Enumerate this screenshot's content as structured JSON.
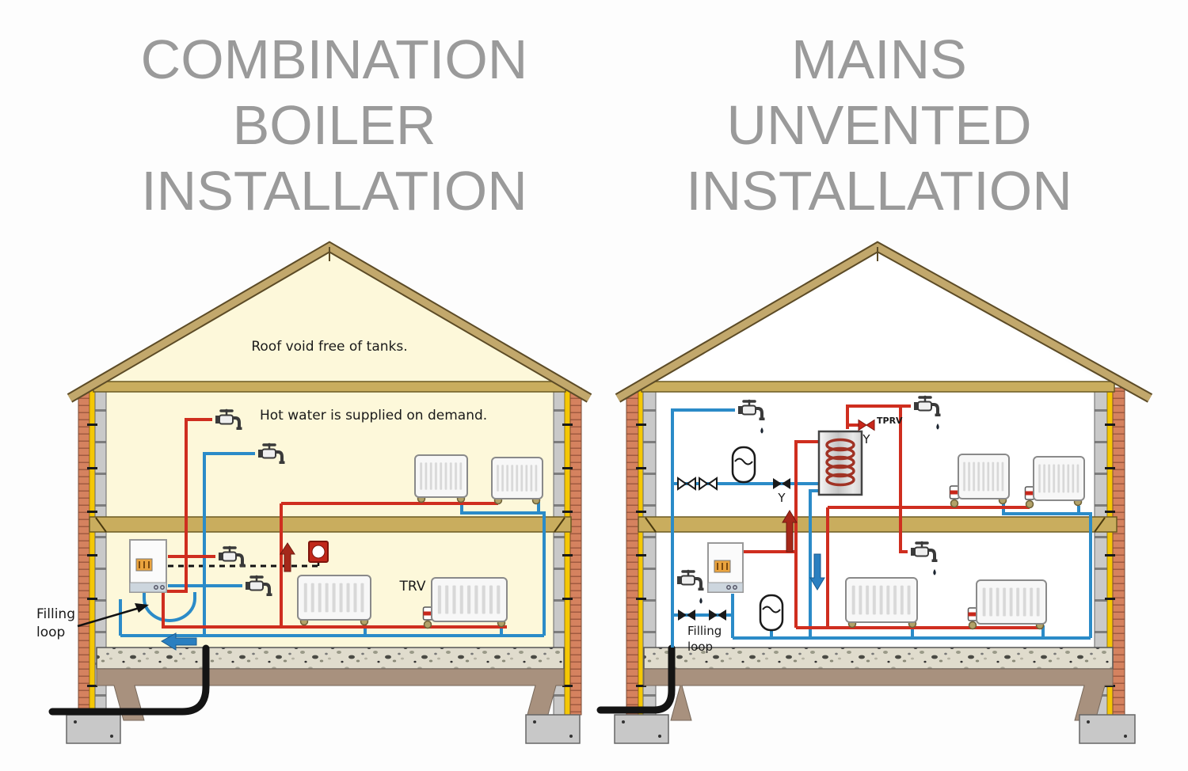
{
  "titles": {
    "left": {
      "line1": "COMBINATION",
      "line2": "BOILER",
      "line3": "INSTALLATION"
    },
    "right": {
      "line1": "MAINS",
      "line2": "UNVENTED",
      "line3": "INSTALLATION"
    }
  },
  "left_house": {
    "roof_note": "Roof void free of tanks.",
    "hot_water_note": "Hot water is supplied on demand.",
    "trv_label": "TRV",
    "filling_label_1": "Filling",
    "filling_label_2": "loop"
  },
  "right_house": {
    "tprv_label": "TPRV",
    "filling_label_1": "Filling",
    "filling_label_2": "loop"
  },
  "colors": {
    "title_text": "#9a9a9a",
    "pipe_hot": "#cf2e1f",
    "pipe_cold": "#2b8bc8",
    "gas_main": "#141414",
    "roof_timber": "#c2a86c",
    "floor_timber": "#c9ad5e",
    "brick": "#d5825f",
    "insulation": "#f4c705",
    "block": "#c9c9c9",
    "interior_left": "#fdf8da",
    "interior_right": "#ffffff",
    "flow_arrow_red": "#a5281a",
    "return_arrow_blue": "#2a7fc0",
    "thermostat_red": "#c1281b",
    "valve_brass": "#b2a268",
    "boiler_display": "#eba43e"
  }
}
